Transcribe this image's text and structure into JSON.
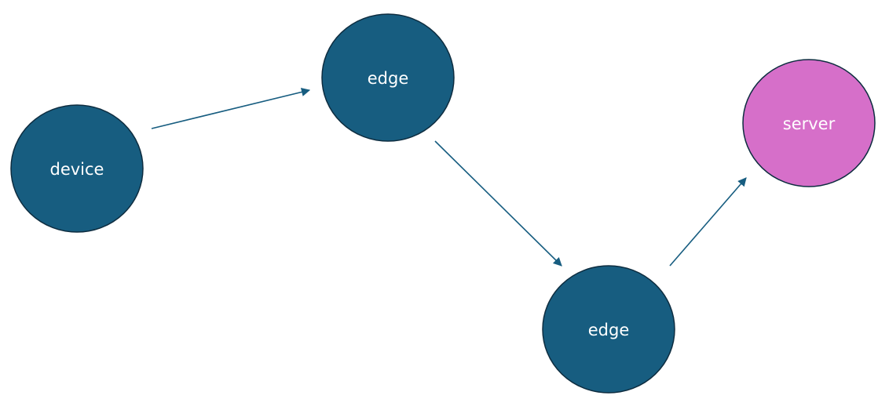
{
  "nodes": [
    {
      "id": "device",
      "label": "device",
      "color": "#175d80"
    },
    {
      "id": "edge1",
      "label": "edge",
      "color": "#175d80"
    },
    {
      "id": "edge2",
      "label": "edge",
      "color": "#175d80"
    },
    {
      "id": "server",
      "label": "server",
      "color": "#d66fc9"
    }
  ],
  "edges": [
    {
      "from": "device",
      "to": "edge1"
    },
    {
      "from": "edge1",
      "to": "edge2"
    },
    {
      "from": "edge2",
      "to": "server"
    }
  ],
  "colors": {
    "node_fill": "#175d80",
    "server_fill": "#d66fc9",
    "arrow": "#175d80",
    "outline": "#0e2d40",
    "background": "#ffffff"
  }
}
